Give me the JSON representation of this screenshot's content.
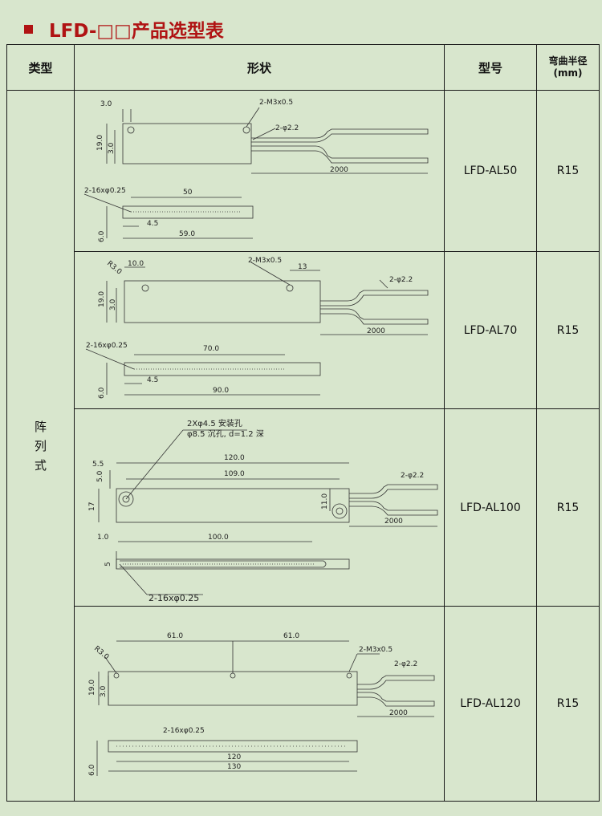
{
  "title": "LFD-□□产品选型表",
  "headers": {
    "type": "类型",
    "shape": "形状",
    "model": "型号",
    "radius_line1": "弯曲半径",
    "radius_line2": "(mm)"
  },
  "type_value": [
    "阵",
    "列",
    "式"
  ],
  "rows": [
    {
      "model": "LFD-AL50",
      "radius": "R15",
      "dims": {
        "d1": "3.0",
        "d2": "2-M3x0.5",
        "d3": "2-φ2.2",
        "d4": "19.0",
        "d5": "3.0",
        "d6": "2000",
        "d7": "2-16xφ0.25",
        "d8": "50",
        "d9": "4.5",
        "d10": "6.0",
        "d11": "59.0"
      }
    },
    {
      "model": "LFD-AL70",
      "radius": "R15",
      "dims": {
        "d1": "R3.0",
        "d2": "10.0",
        "d3": "2-M3x0.5",
        "d4": "13",
        "d5": "2-φ2.2",
        "d6": "19.0",
        "d7": "3.0",
        "d8": "2000",
        "d9": "2-16xφ0.25",
        "d10": "70.0",
        "d11": "4.5",
        "d12": "6.0",
        "d13": "90.0"
      }
    },
    {
      "model": "LFD-AL100",
      "radius": "R15",
      "dims": {
        "d1": "2Xφ4.5 安装孔",
        "d2": "φ8.5 沉孔, d=1.2 深",
        "d3": "5.5",
        "d4": "5.0",
        "d5": "120.0",
        "d6": "109.0",
        "d7": "17",
        "d8": "2-φ2.2",
        "d9": "11.0",
        "d10": "2000",
        "d11": "1.0",
        "d12": "100.0",
        "d13": "5",
        "d14": "2-16xφ0.25"
      }
    },
    {
      "model": "LFD-AL120",
      "radius": "R15",
      "dims": {
        "d1": "61.0",
        "d2": "61.0",
        "d3": "2-M3x0.5",
        "d4": "R3.0",
        "d5": "2-φ2.2",
        "d6": "19.0",
        "d7": "3.0",
        "d8": "2000",
        "d9": "2-16xφ0.25",
        "d10": "120",
        "d11": "130",
        "d12": "6.0"
      }
    }
  ]
}
